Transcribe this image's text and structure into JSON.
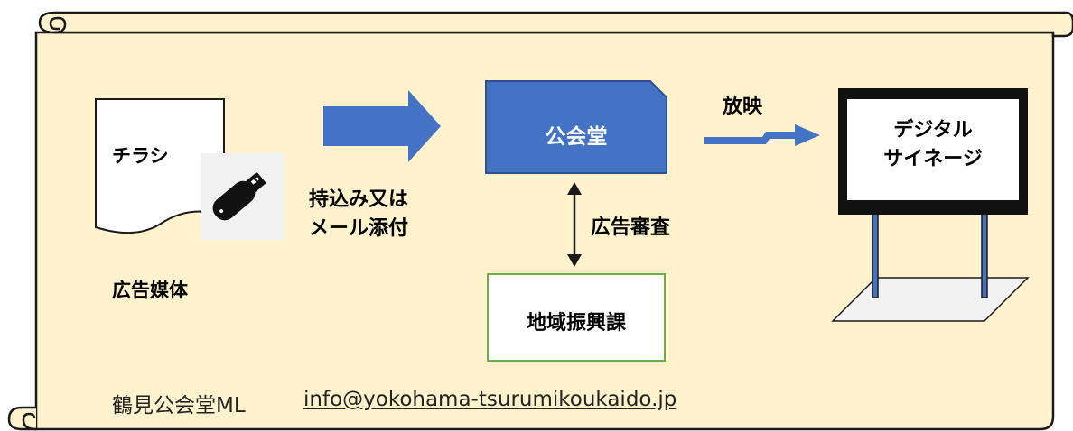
{
  "scroll": {
    "fill": "#fff2cc",
    "stroke": "#1a1a1a"
  },
  "media": {
    "flyer_label": "チラシ",
    "caption": "広告媒体"
  },
  "submit": {
    "line1": "持込み又は",
    "line2": "メール添付"
  },
  "hall": {
    "label": "公会堂",
    "color": "#4472c4"
  },
  "review": {
    "label": "広告審査"
  },
  "dept": {
    "label": "地域振興課",
    "border": "#70ad47"
  },
  "screening": {
    "label": "放映"
  },
  "signage": {
    "line1": "デジタル",
    "line2": "サイネージ"
  },
  "contact": {
    "name": "鶴見公会堂ML",
    "email": "info@yokohama-tsurumikoukaido.jp"
  },
  "colors": {
    "arrow_blue": "#4472c4",
    "signage_pole": "#4472c4"
  }
}
